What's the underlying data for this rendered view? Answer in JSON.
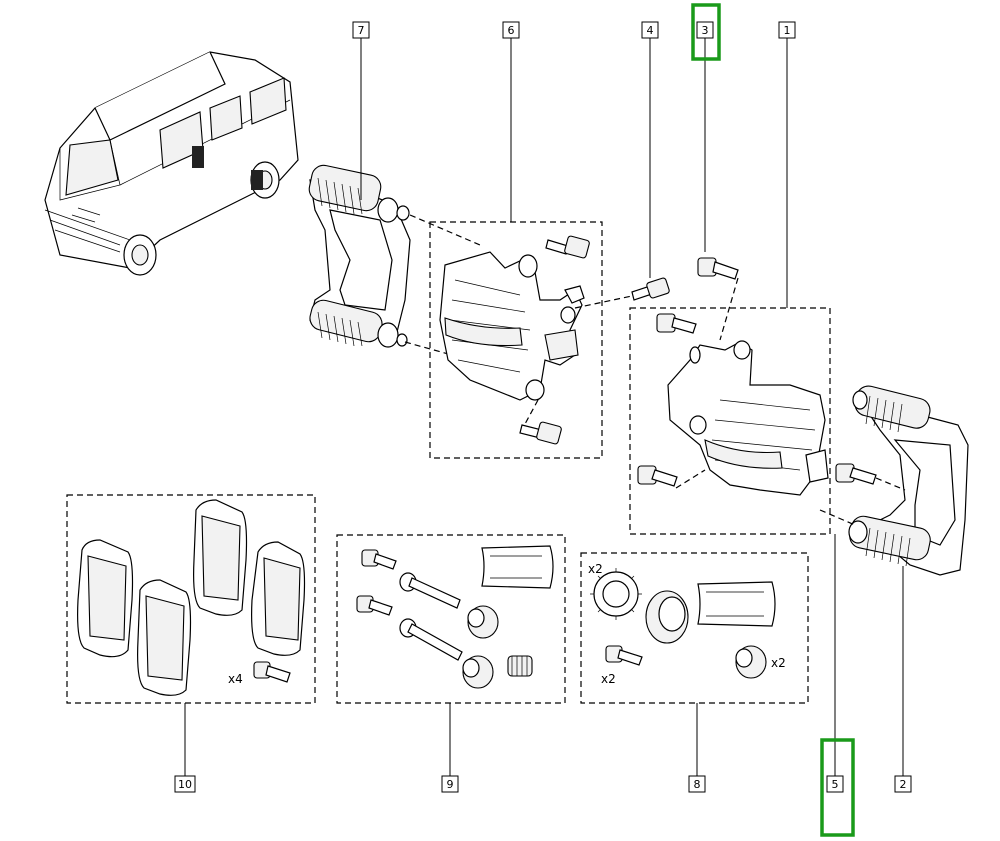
{
  "callouts": {
    "c1": "1",
    "c2": "2",
    "c3": "3",
    "c4": "4",
    "c5": "5",
    "c6": "6",
    "c7": "7",
    "c8": "8",
    "c9": "9",
    "c10": "10"
  },
  "quantities": {
    "pads_bolts": "x4",
    "kit8_ring": "x2",
    "kit8_bolt": "x2",
    "kit8_boot": "x2"
  },
  "highlight_color": "#1a9a1a",
  "highlighted_callouts": [
    "3",
    "5"
  ],
  "icons": [
    "van-illustration",
    "brake-carrier",
    "caliper",
    "bolt",
    "bleed-screw",
    "brake-pad",
    "boot-seal",
    "guide-pin",
    "toothed-ring",
    "piston-seal",
    "grease-sachet"
  ]
}
